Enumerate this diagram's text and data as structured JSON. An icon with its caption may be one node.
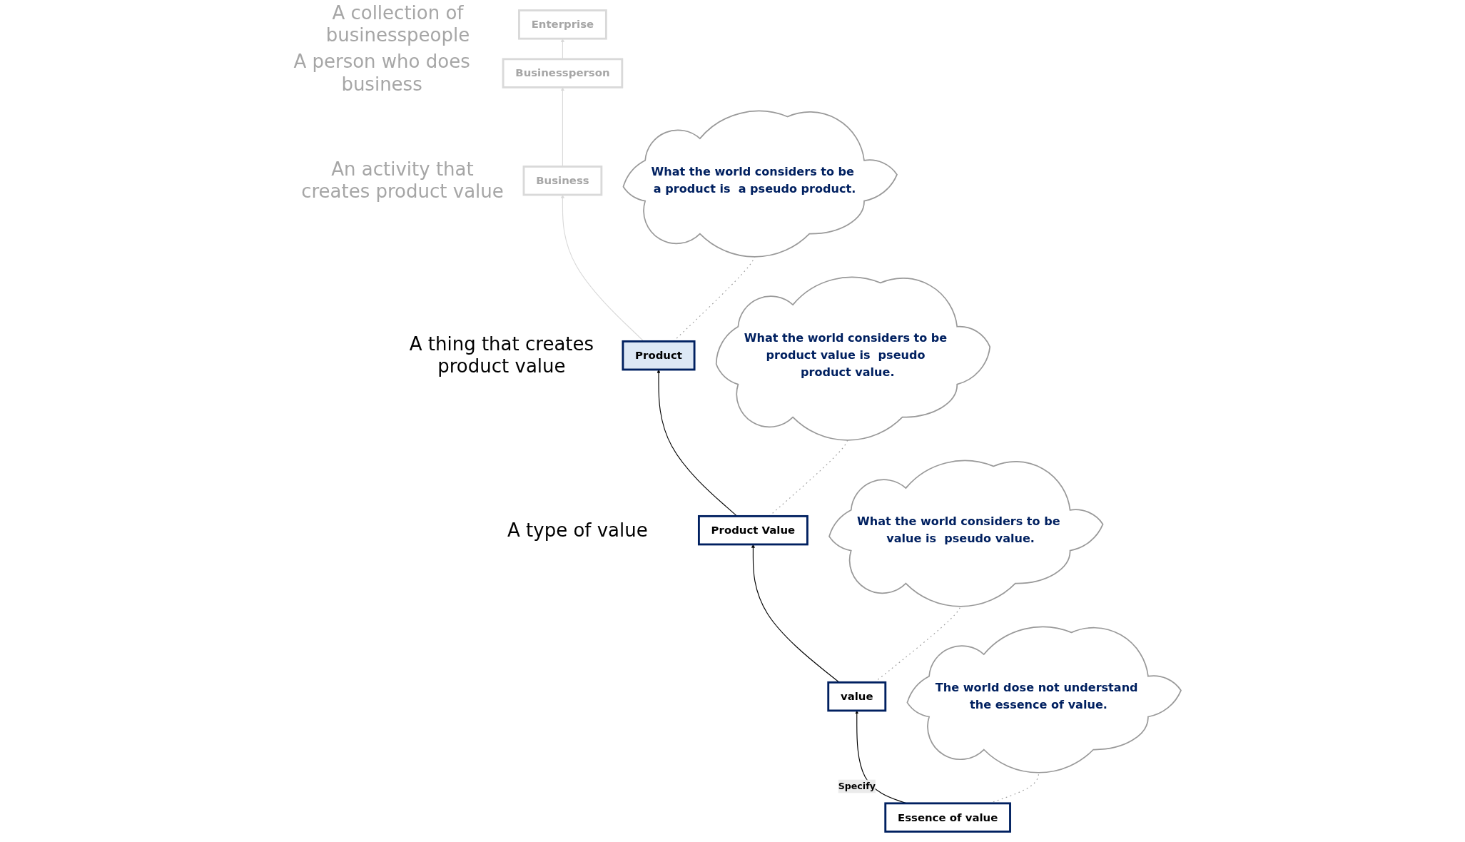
{
  "diagram": {
    "nodes": [
      {
        "text": [
          "Enterprise"
        ],
        "beside": [
          "A collection of businesspeople"
        ]
      },
      {
        "text": [
          "Businessperson"
        ],
        "beside": [
          "A person who does business"
        ]
      },
      {
        "text": [
          "Business"
        ],
        "beside": [
          "An activity that creates product value"
        ]
      },
      {
        "text": [
          "Product"
        ],
        "beside": [
          "A thing that creates product value"
        ]
      },
      {
        "text": [
          "Product Value"
        ],
        "beside": [
          "A type of value"
        ]
      },
      {
        "text": [
          "value"
        ]
      },
      {
        "text": [
          "Essence of value"
        ]
      },
      {
        "text": [
          "What the world considers to be a product is  a pseudo product."
        ]
      },
      {
        "text": [
          "What the world considers to be product value is  pseudo product value."
        ]
      },
      {
        "text": [
          "What the world considers to be value is  pseudo value."
        ]
      },
      {
        "text": [
          "The world dose not understand the essence of value."
        ]
      }
    ],
    "edges": [
      {
        "from": 1,
        "to": 0,
        "arrow": "to",
        "color": "#d9d9d9"
      },
      {
        "from": 2,
        "to": 1,
        "arrow": "to",
        "color": "#d9d9d9"
      },
      {
        "from": 3,
        "to": 2,
        "arrow": "to",
        "color": "#d9d9d9"
      },
      {
        "from": 4,
        "to": 3,
        "arrow": "to",
        "color": "#000000"
      },
      {
        "from": 5,
        "to": 4,
        "arrow": "to",
        "color": "#000000"
      },
      {
        "from": 6,
        "to": 5,
        "arrow": "to",
        "label": "Specify",
        "color": "#000000"
      },
      {
        "from": 3,
        "to": 7,
        "arrow": "none",
        "style": "dashed",
        "color": "#999999"
      },
      {
        "from": 4,
        "to": 8,
        "arrow": "none",
        "style": "dashed",
        "color": "#999999"
      },
      {
        "from": 5,
        "to": 9,
        "arrow": "none",
        "style": "dashed",
        "color": "#999999"
      },
      {
        "from": 6,
        "to": 10,
        "arrow": "none",
        "style": "dashed",
        "color": "#999999"
      }
    ]
  }
}
